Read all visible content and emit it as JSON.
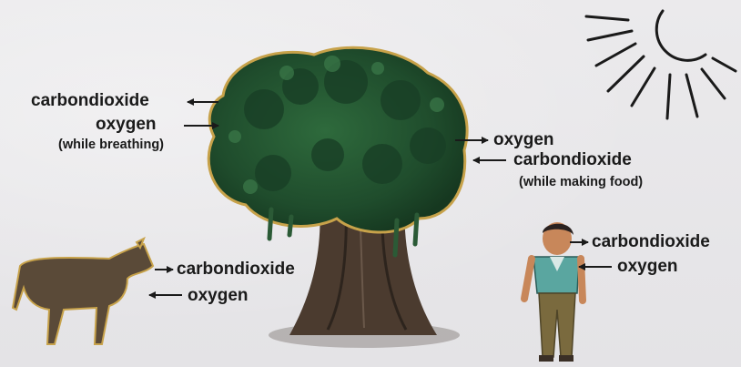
{
  "diagram": {
    "colors": {
      "background": "#e9e8ea",
      "foliage": "#20502e",
      "trunk": "#4a3a2e",
      "cow": "#5a4a38",
      "sun": "#1a1a1a",
      "label_text": "#1a1a1a"
    },
    "sun": {
      "icon": "sun-icon"
    },
    "tree": {
      "left": {
        "co2_out": "carbondioxide",
        "o2_in": "oxygen",
        "note": "(while breathing)"
      },
      "right": {
        "o2_out": "oxygen",
        "co2_in": "carbondioxide",
        "note": "(while making food)"
      }
    },
    "cow": {
      "icon": "cow-icon",
      "co2_out": "carbondioxide",
      "o2_in": "oxygen"
    },
    "boy": {
      "icon": "boy-icon",
      "co2_out": "carbondioxide",
      "o2_in": "oxygen"
    }
  }
}
